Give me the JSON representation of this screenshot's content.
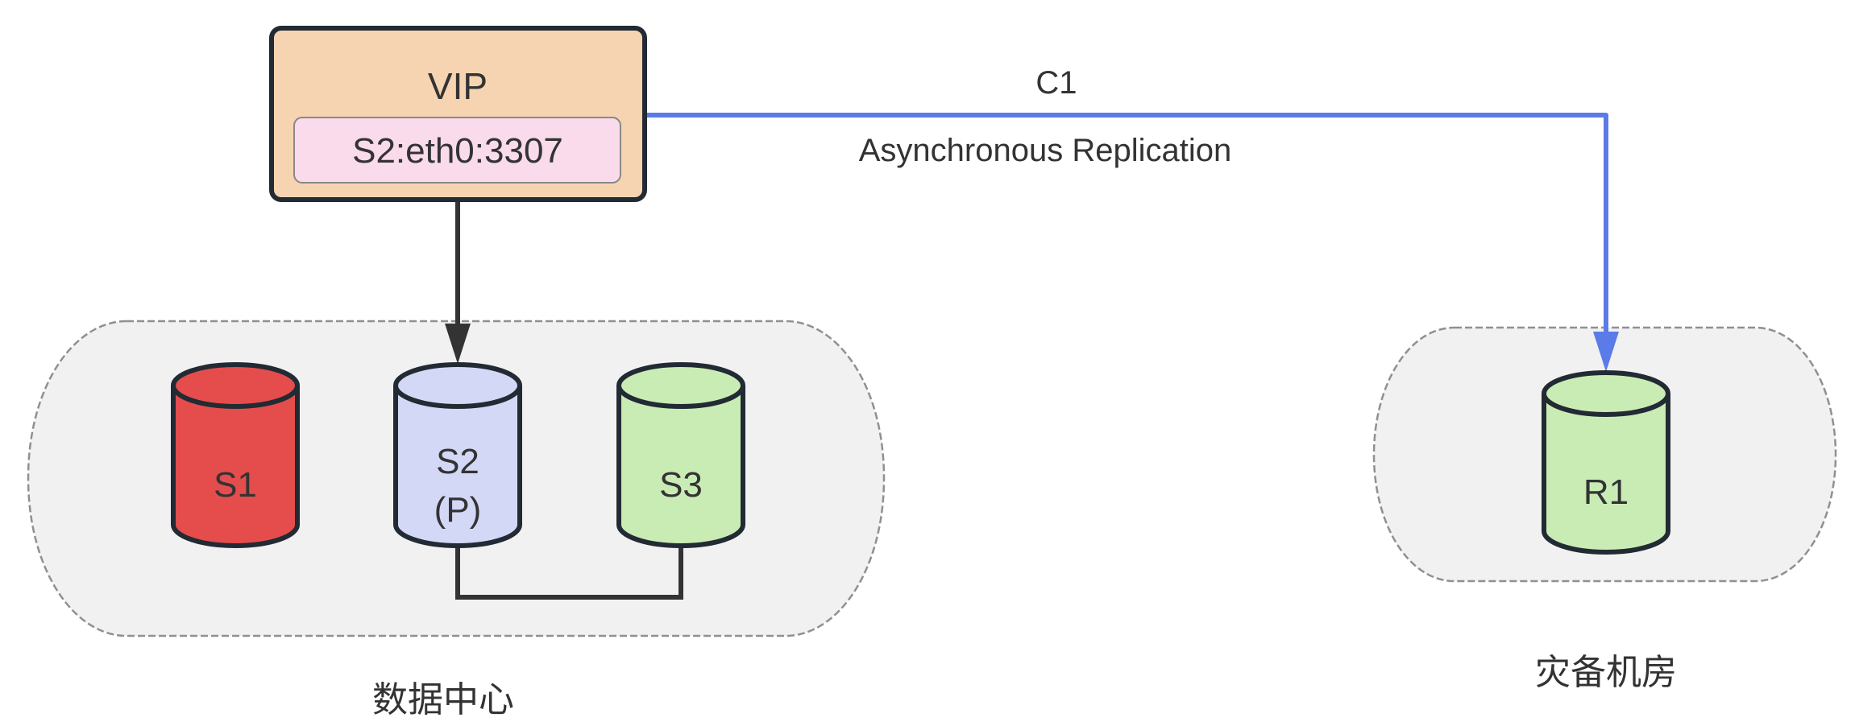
{
  "colors": {
    "vip_fill": "#F7D4B1",
    "vip_inner_fill": "#F9DBEB",
    "stroke_dark": "#222A33",
    "group_fill": "#F1F1F1",
    "group_stroke": "#8E9096",
    "replication_line": "#5B7BE8",
    "s1_fill": "#E54D4D",
    "s2_fill": "#D4D8F7",
    "s3_fill": "#C9ECB5",
    "r1_fill": "#C9ECB5"
  },
  "vip": {
    "title": "VIP",
    "binding": "S2:eth0:3307"
  },
  "replication": {
    "name": "C1",
    "label": "Asynchronous Replication"
  },
  "groups": {
    "datacenter": {
      "label": "数据中心",
      "nodes": [
        {
          "id": "s1",
          "label": "S1",
          "sublabel": ""
        },
        {
          "id": "s2",
          "label": "S2",
          "sublabel": "(P)"
        },
        {
          "id": "s3",
          "label": "S3",
          "sublabel": ""
        }
      ]
    },
    "dr_site": {
      "label": "灾备机房",
      "nodes": [
        {
          "id": "r1",
          "label": "R1",
          "sublabel": ""
        }
      ]
    }
  }
}
